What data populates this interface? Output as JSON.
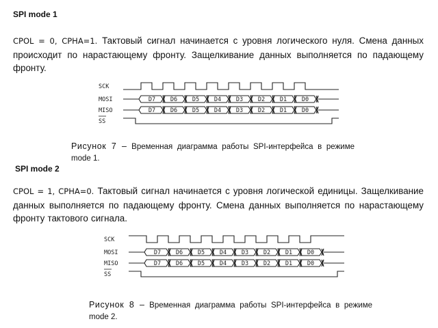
{
  "section1": {
    "heading": "SPI mode 1",
    "param_prefix": "CPOL = 0, CPHA=1.",
    "description": "Тактовый сигнал начинается с уровня логического нуля. Смена данных происходит по нарастающему фронту. Защелкивание данных выполняется по падающему фронту.",
    "diagram": {
      "signals": [
        "SCK",
        "MOSI",
        "MISO",
        "SS"
      ],
      "bits": [
        "D7",
        "D6",
        "D5",
        "D4",
        "D3",
        "D2",
        "D1",
        "D0"
      ]
    },
    "caption_prefix": "Рисунок 7 –",
    "caption": "Временная диаграмма работы SPI-интерфейса в режиме mode 1."
  },
  "section2": {
    "heading": "SPI mode 2",
    "param_prefix": "CPOL = 1, CPHA=0.",
    "description": "Тактовый сигнал начинается с уровня логической единицы. Защелкивание данных выполняется по падающему фронту. Смена данных выполняется по нарастающему фронту тактового сигнала.",
    "diagram": {
      "signals": [
        "SCK",
        "MOSI",
        "MISO",
        "SS"
      ],
      "bits": [
        "D7",
        "D6",
        "D5",
        "D4",
        "D3",
        "D2",
        "D1",
        "D0"
      ]
    },
    "caption_prefix": "Рисунок 8 –",
    "caption": "Временная диаграмма работы SPI-интерфейса в режиме mode 2."
  }
}
